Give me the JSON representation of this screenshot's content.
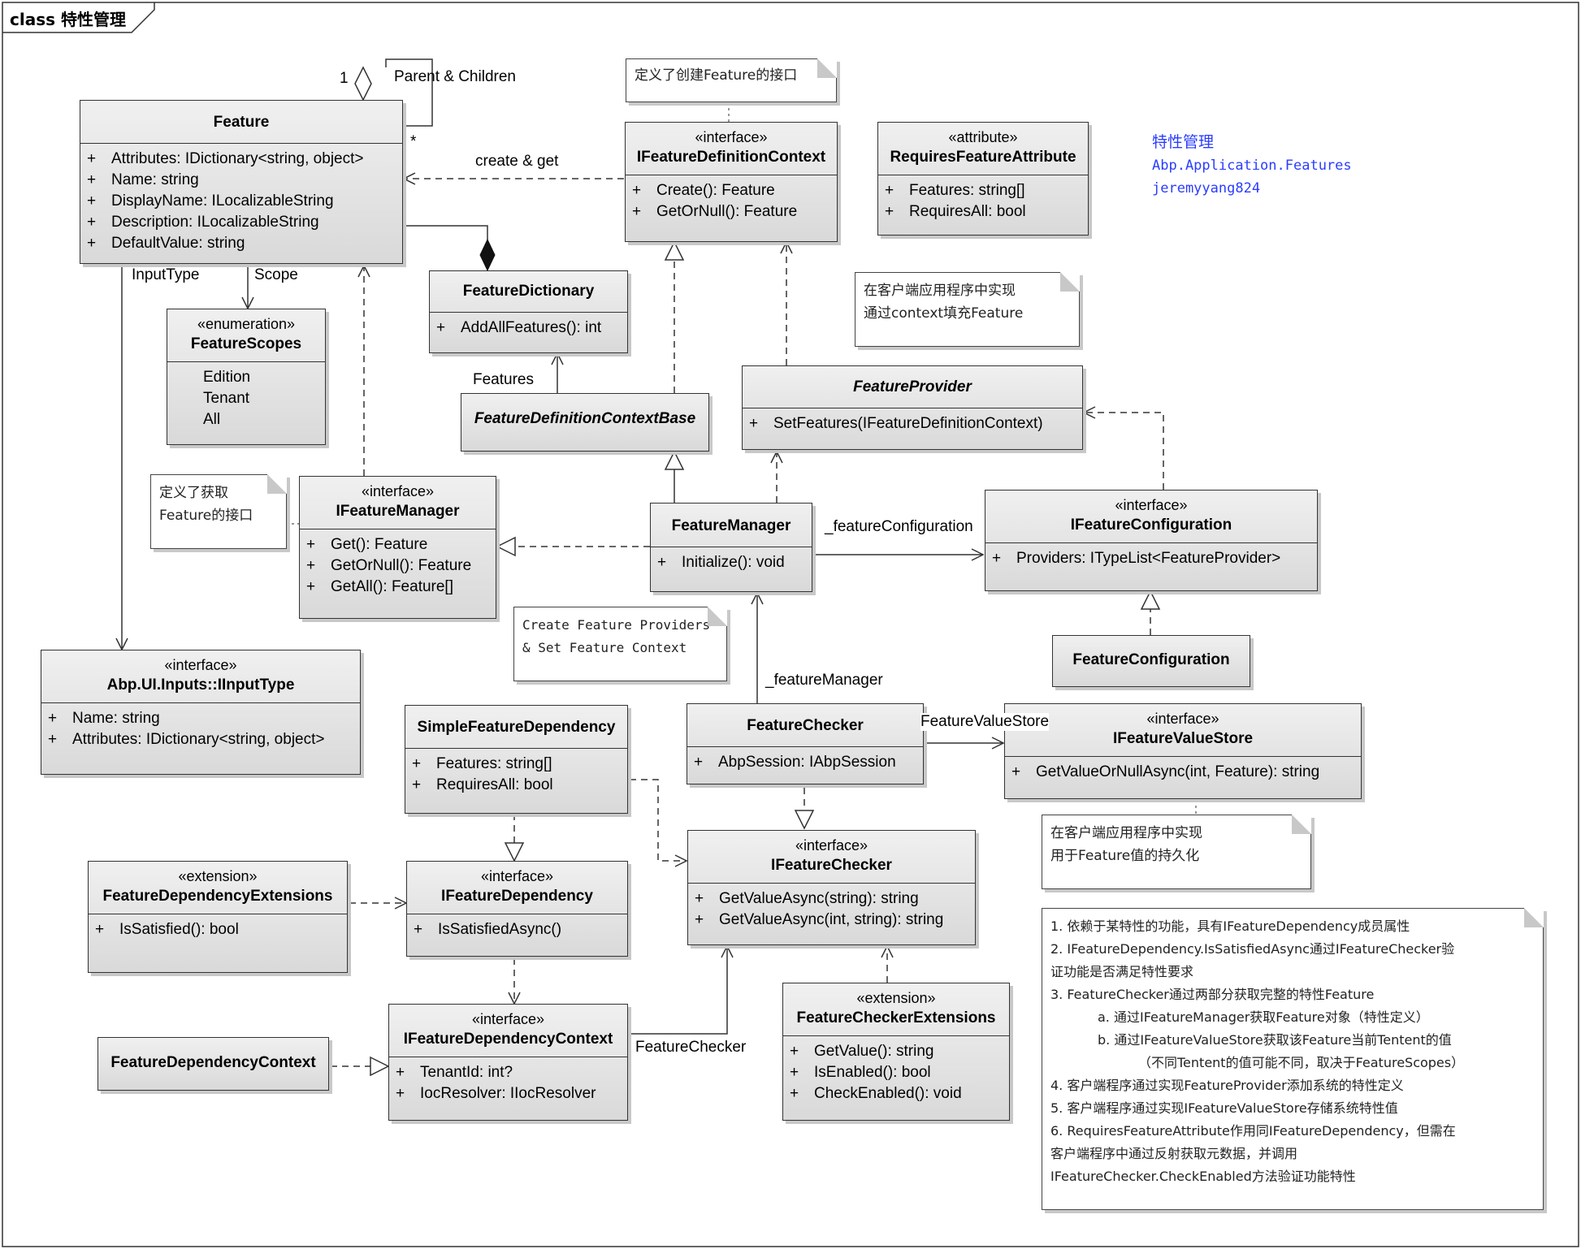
{
  "frame": {
    "title": "class 特性管理"
  },
  "info": {
    "title": "特性管理",
    "namespace": "Abp.Application.Features",
    "author": "jeremyyang824"
  },
  "classes": {
    "feature": {
      "name": "Feature",
      "members": [
        "Attributes: IDictionary<string, object>",
        "Name: string",
        "DisplayName: ILocalizableString",
        "Description: ILocalizableString",
        "DefaultValue: string"
      ]
    },
    "ifeature_definition_context": {
      "stereotype": "«interface»",
      "name": "IFeatureDefinitionContext",
      "members": [
        "Create(): Feature",
        "GetOrNull(): Feature"
      ]
    },
    "requires_feature_attribute": {
      "stereotype": "«attribute»",
      "name": "RequiresFeatureAttribute",
      "members": [
        "Features: string[]",
        "RequiresAll: bool"
      ]
    },
    "feature_dictionary": {
      "name": "FeatureDictionary",
      "members": [
        "AddAllFeatures(): int"
      ]
    },
    "feature_scopes": {
      "stereotype": "«enumeration»",
      "name": "FeatureScopes",
      "literals": [
        "Edition",
        "Tenant",
        "All"
      ]
    },
    "feature_definition_context_base": {
      "name": "FeatureDefinitionContextBase"
    },
    "feature_provider": {
      "name": "FeatureProvider",
      "members": [
        "SetFeatures(IFeatureDefinitionContext)"
      ]
    },
    "ifeature_manager": {
      "stereotype": "«interface»",
      "name": "IFeatureManager",
      "members": [
        "Get(): Feature",
        "GetOrNull(): Feature",
        "GetAll(): Feature[]"
      ]
    },
    "feature_manager": {
      "name": "FeatureManager",
      "members": [
        "Initialize(): void"
      ]
    },
    "ifeature_configuration": {
      "stereotype": "«interface»",
      "name": "IFeatureConfiguration",
      "members": [
        "Providers: ITypeList<FeatureProvider>"
      ]
    },
    "feature_configuration": {
      "name": "FeatureConfiguration"
    },
    "iinput_type": {
      "stereotype": "«interface»",
      "name": "Abp.UI.Inputs::IInputType",
      "members": [
        "Name: string",
        "Attributes: IDictionary<string, object>"
      ]
    },
    "simple_feature_dependency": {
      "name": "SimpleFeatureDependency",
      "members": [
        "Features: string[]",
        "RequiresAll: bool"
      ]
    },
    "feature_checker": {
      "name": "FeatureChecker",
      "members": [
        "AbpSession: IAbpSession"
      ]
    },
    "ifeature_value_store": {
      "stereotype": "«interface»",
      "name": "IFeatureValueStore",
      "members": [
        "GetValueOrNullAsync(int, Feature): string"
      ]
    },
    "feature_dependency_extensions": {
      "stereotype": "«extension»",
      "name": "FeatureDependencyExtensions",
      "members": [
        "IsSatisfied(): bool"
      ]
    },
    "ifeature_dependency": {
      "stereotype": "«interface»",
      "name": "IFeatureDependency",
      "members": [
        "IsSatisfiedAsync()"
      ]
    },
    "ifeature_checker": {
      "stereotype": "«interface»",
      "name": "IFeatureChecker",
      "members": [
        "GetValueAsync(string): string",
        "GetValueAsync(int, string): string"
      ]
    },
    "feature_dependency_context": {
      "name": "FeatureDependencyContext"
    },
    "ifeature_dependency_context": {
      "stereotype": "«interface»",
      "name": "IFeatureDependencyContext",
      "members": [
        "TenantId: int?",
        "IocResolver: IIocResolver"
      ]
    },
    "feature_checker_extensions": {
      "stereotype": "«extension»",
      "name": "FeatureCheckerExtensions",
      "members": [
        "GetValue(): string",
        "IsEnabled(): bool",
        "CheckEnabled(): void"
      ]
    }
  },
  "visibility": "+",
  "notes": {
    "definition_context": [
      "定义了创建Feature的接口"
    ],
    "provider": [
      "在客户端应用程序中实现",
      "通过context填充Feature"
    ],
    "manager": [
      "定义了获取",
      "Feature的接口"
    ],
    "initialize": [
      "Create Feature Providers",
      "& Set Feature Context"
    ],
    "value_store": [
      "在客户端应用程序中实现",
      "用于Feature值的持久化"
    ],
    "summary": [
      "1. 依赖于某特性的功能，具有IFeatureDependency成员属性",
      "2. IFeatureDependency.IsSatisfiedAsync通过IFeatureChecker验",
      "证功能是否满足特性要求",
      "3. FeatureChecker通过两部分获取完整的特性Feature",
      "a. 通过IFeatureManager获取Feature对象（特性定义）",
      "b. 通过IFeatureValueStore获取该Feature当前Tentent的值",
      "（不同Tentent的值可能不同，取决于FeatureScopes）",
      "4. 客户端程序通过实现FeatureProvider添加系统的特性定义",
      "5. 客户端程序通过实现IFeatureValueStore存储系统特性值",
      "6. RequiresFeatureAttribute作用同IFeatureDependency，但需在",
      "客户端程序中通过反射获取元数据，并调用",
      "IFeatureChecker.CheckEnabled方法验证功能特性"
    ]
  },
  "labels": {
    "mult_one": "1",
    "parent_children": "Parent & Children",
    "mult_many": "*",
    "create_get": "create & get",
    "input_type": "InputType",
    "scope": "Scope",
    "features": "Features",
    "feature_configuration_role": "_featureConfiguration",
    "feature_manager_role": "_featureManager",
    "feature_value_store_role": "FeatureValueStore",
    "feature_checker_role": "FeatureChecker"
  }
}
